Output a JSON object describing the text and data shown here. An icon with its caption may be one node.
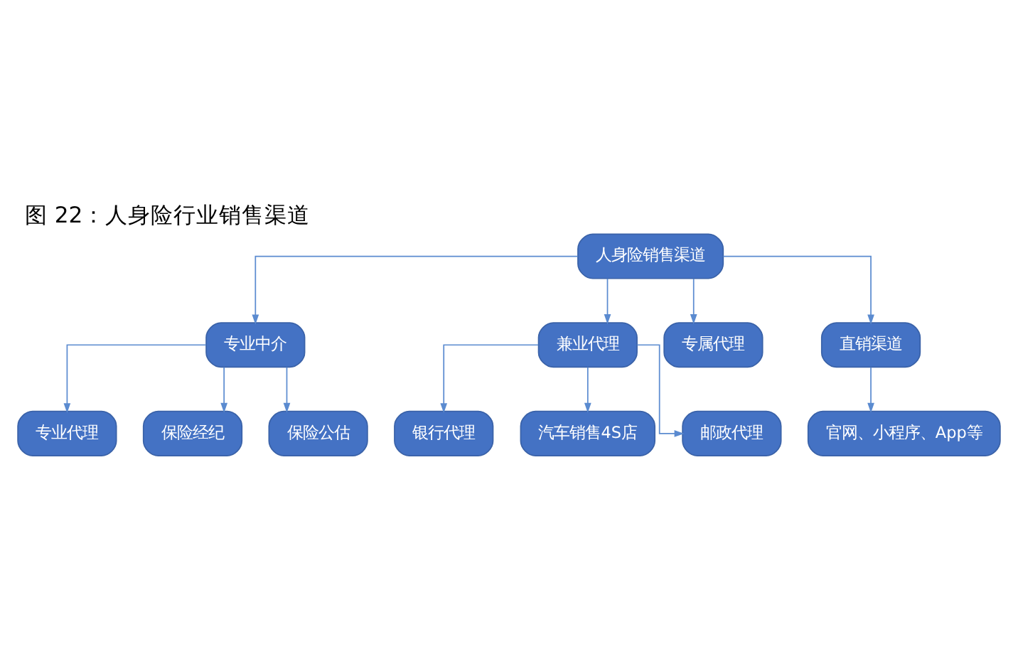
{
  "diagram": {
    "title": "图 22：人身险行业销售渠道",
    "nodes": [
      {
        "text": [
          "人身险销售渠道"
        ]
      },
      {
        "text": [
          "专业中介"
        ]
      },
      {
        "text": [
          "兼业代理"
        ]
      },
      {
        "text": [
          "专属代理"
        ]
      },
      {
        "text": [
          "直销渠道"
        ]
      },
      {
        "text": [
          "专业代理"
        ]
      },
      {
        "text": [
          "保险经纪"
        ]
      },
      {
        "text": [
          "保险公估"
        ]
      },
      {
        "text": [
          "银行代理"
        ]
      },
      {
        "text": [
          "汽车销售4S店"
        ]
      },
      {
        "text": [
          "邮政代理"
        ]
      },
      {
        "text": [
          "官网、小程序、App等"
        ]
      }
    ],
    "edges": [
      {
        "from": 0,
        "to": 1,
        "arrow": "to"
      },
      {
        "from": 0,
        "to": 2,
        "arrow": "to"
      },
      {
        "from": 0,
        "to": 3,
        "arrow": "to"
      },
      {
        "from": 0,
        "to": 4,
        "arrow": "to"
      },
      {
        "from": 1,
        "to": 5,
        "arrow": "to"
      },
      {
        "from": 1,
        "to": 6,
        "arrow": "to"
      },
      {
        "from": 1,
        "to": 7,
        "arrow": "to"
      },
      {
        "from": 2,
        "to": 8,
        "arrow": "to"
      },
      {
        "from": 2,
        "to": 9,
        "arrow": "to"
      },
      {
        "from": 2,
        "to": 10,
        "arrow": "to"
      },
      {
        "from": 4,
        "to": 11,
        "arrow": "to"
      }
    ]
  }
}
